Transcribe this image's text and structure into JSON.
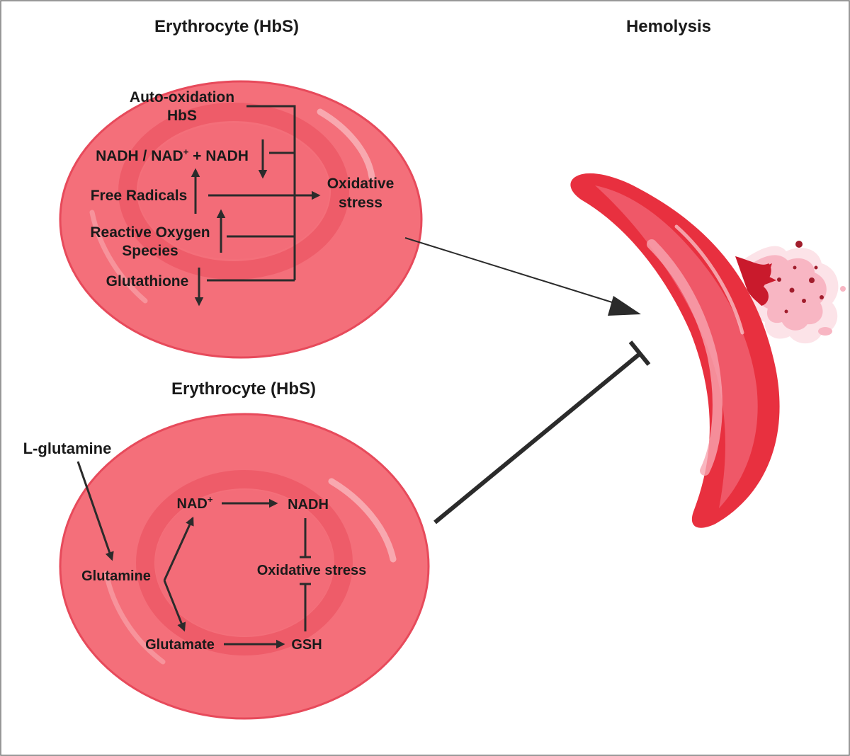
{
  "figure": {
    "border_color": "#777777",
    "accent_colors": {
      "cell_fill": "#f46f7a",
      "cell_inner": "#f0636e",
      "cell_edge": "#e74a5b",
      "sickle_outer": "#e8303f",
      "sickle_inner": "#ef5868",
      "hemolysis_splatter": "#f8b6c3",
      "arrow_dark": "#2b2b2b"
    }
  },
  "titles": {
    "top_cell": "Erythrocyte (HbS)",
    "hemolysis": "Hemolysis",
    "bottom_cell": "Erythrocyte (HbS)"
  },
  "top_cell": {
    "auto_oxidation": [
      "Auto-oxidation",
      "HbS"
    ],
    "nadh_ratio": "NADH / NAD",
    "nadh_sup": "+",
    "nadh_tail": " + NADH",
    "free_radicals": "Free Radicals",
    "ros": [
      "Reactive Oxygen",
      "Species"
    ],
    "glutathione": "Glutathione",
    "oxidative_stress": [
      "Oxidative",
      "stress"
    ]
  },
  "bottom_cell": {
    "l_glutamine": "L-glutamine",
    "glutamine": "Glutamine",
    "nad": "NAD",
    "nad_sup": "+",
    "nadh": "NADH",
    "oxidative_stress": "Oxidative stress",
    "glutamate": "Glutamate",
    "gsh": "GSH"
  },
  "icons": {
    "top_cell": "red-blood-cell-icon",
    "bottom_cell": "red-blood-cell-icon",
    "sickle_cell": "sickle-cell-icon",
    "hemolysis": "cell-rupture-splatter-icon"
  }
}
